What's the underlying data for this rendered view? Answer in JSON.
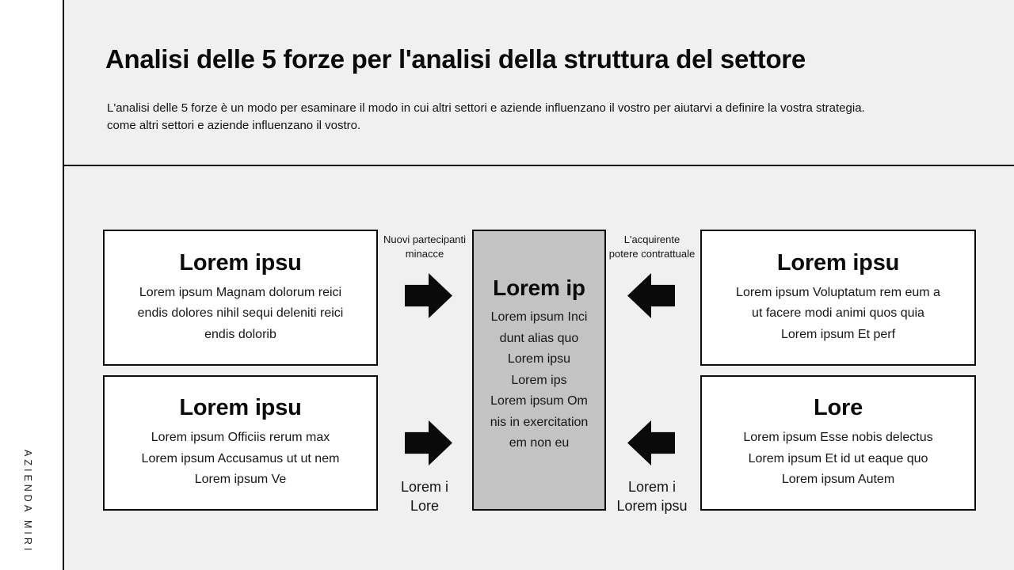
{
  "brand": "AZIENDA MIRI",
  "header": {
    "title": "Analisi delle 5 forze per l'analisi della struttura del settore",
    "subtitle": "L'analisi delle 5 forze è un modo per esaminare il modo in cui altri settori e aziende influenzano il vostro per aiutarvi a definire la vostra strategia.\ncome altri settori e aziende influenzano il vostro."
  },
  "diagram": {
    "top_left": {
      "title": "Lorem ipsu",
      "body": "Lorem ipsum Magnam dolorum reici\nendis dolores nihil sequi deleniti reici\nendis dolorib"
    },
    "bottom_left": {
      "title": "Lorem ipsu",
      "body": "Lorem ipsum Officiis rerum max\nLorem ipsum Accusamus ut ut nem\nLorem ipsum Ve"
    },
    "center": {
      "title": "Lorem ip",
      "body": "Lorem ipsum Inci\ndunt alias quo\nLorem ipsu\nLorem ips\nLorem ipsum Om\nnis in exercitation\nem non eu"
    },
    "top_right": {
      "title": "Lorem ipsu",
      "body": "Lorem ipsum Voluptatum rem eum a\nut facere modi animi quos quia\nLorem ipsum Et perf"
    },
    "bottom_right": {
      "title": "Lore",
      "body": "Lorem ipsum Esse nobis delectus\nLorem ipsum Et id ut eaque quo\nLorem ipsum Autem"
    },
    "label_top_left": "Nuovi partecipanti\nminacce",
    "label_top_right": "L'acquirente\npotere contrattuale",
    "label_bottom_left": "Lorem i\nLore",
    "label_bottom_right": "Lorem i\nLorem ipsu"
  },
  "colors": {
    "background": "#f0f0f1",
    "sidebar": "#ffffff",
    "line": "#101010",
    "box_fill": "#ffffff",
    "center_box_fill": "#c3c3c4",
    "arrow": "#0a0a0a",
    "text": "#111111"
  }
}
